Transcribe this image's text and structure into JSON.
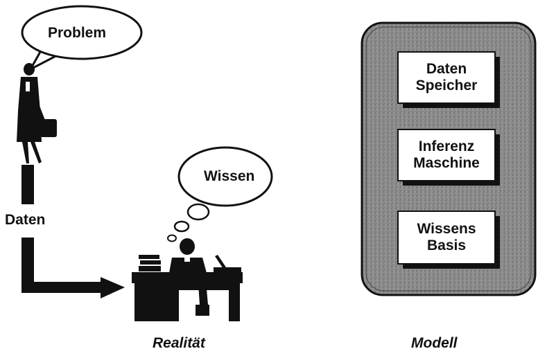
{
  "reality": {
    "problem_bubble": "Problem",
    "knowledge_bubble": "Wissen",
    "data_label": "Daten",
    "caption": "Realität"
  },
  "model": {
    "caption": "Modell",
    "boxes": [
      {
        "line1": "Daten",
        "line2": "Speicher"
      },
      {
        "line1": "Inferenz",
        "line2": "Maschine"
      },
      {
        "line1": "Wissens",
        "line2": "Basis"
      }
    ]
  }
}
